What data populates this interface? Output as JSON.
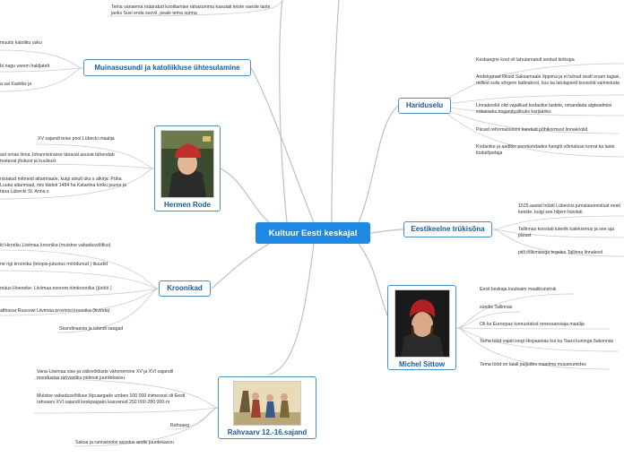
{
  "central": "Kultuur Eesti keskajal",
  "topics": {
    "muinasusund": {
      "label": "Muinasusundi ja katoliikluse ühtesulamine",
      "items": [
        "muutis katoliku usku",
        "bi nagu varem haldjatelt",
        "a sai Kadriks ja"
      ]
    },
    "top_fragment": "Tema vanaema määratud koolitamise rahasumma kasutati teiste vaeste laste jaoks Susi enda soovil, peale tema surma",
    "hermen": {
      "label": "Hermen Rode",
      "items": [
        "XV sajandi teise pool Lübecki maalija",
        "ast omas linna Johannistrasse tänaval asuvat tähendab teatavat jõukust ja kuulsust",
        "nistatud mitmeid altarimaale, kuigi ainult üks s alkirja: Püha Luuka altarimaal, mis täideti 1484 ha Katariina kiriku juures ja täna Lübecki St. Anna s"
      ]
    },
    "kroonikad": {
      "label": "Kroonikad",
      "items": [
        "iti Henriku Liivimaa kroonika (muistne vabadusvõitlus)",
        "ne rigi kroonika (letopis-jutustus möödunud ) tiiuudid",
        "mäus Hoeneke- Liivimaa noorem riimkroonika (jüriöö )",
        "althasar Russowi Liivimaa provintsi kroonika (liiviöda)",
        "Skandinaavia ja islandi saagad"
      ]
    },
    "rahvaarv": {
      "label": "Rahvaarv 12.-16.sajand",
      "items": [
        "Vana-Liivimaa sise-ja välisvõitluste vähenemine XV ja XVI sajandil moodustas rahvastiku pidevat juurdekasvu",
        "Muistse vabadusvõitluse lõpuaegade umbes 100 000 inimesest oli Eesti rahvaarv XVI sajandi keskpaigaks kasvanud 250 000-280 000-ni",
        "Rahuaeg",
        "Saksa ja rannarootsi asustus andis juurdekasvu"
      ]
    },
    "haridus": {
      "label": "Hariduselu",
      "items": [
        "Keskaegne kool oli lahutamatult seotud kirikuga",
        "Andekamad lõksid Saksamaale õppima ja ei tulnud sealt enam tagasi, millest sulis sõrgem ladinakool, kus ka latulapsed koosolid valmistuda",
        "Linnakoolid olid vajalikud kodanike lastele, omandada algteadmisi edasiseks majanduslikuks karjääriks",
        "Pärast reformatsiooni kandsid põhikormust linnakoolid",
        "Kodanike ja aadlike perekondades hangiti võimaluse korral ka laste kodulõpetaja"
      ]
    },
    "trukisona": {
      "label": "Eestikeelne trükisõna",
      "items": [
        "1525.aastal trükiti Lübeckis jumalateenistust eesti keelde, kuigi see hiljem hävitati",
        "Tallinnas koostati luterlik katekismus ja see aja pärast",
        "pitli tõlkimisega tegeles Tallinna linnakool"
      ]
    },
    "sittow": {
      "label": "Michel Sittow",
      "items": [
        "Eesti keskaja kuulsaim maalikunstnik",
        "sündis Tallinnas",
        "Oli ka Euroopas tunnustatud renessansiaja maalija",
        "Tema tööd vajati isegi Hispaanias kui ka Taani kuninga õukonnas",
        "Tema tööd on laiali paljudes maailma muuseumides"
      ]
    }
  },
  "colors": {
    "accent": "#1e88e5",
    "node_border": "#4a90c2",
    "node_text": "#1a5a9a",
    "link": "#b8c2cc"
  }
}
